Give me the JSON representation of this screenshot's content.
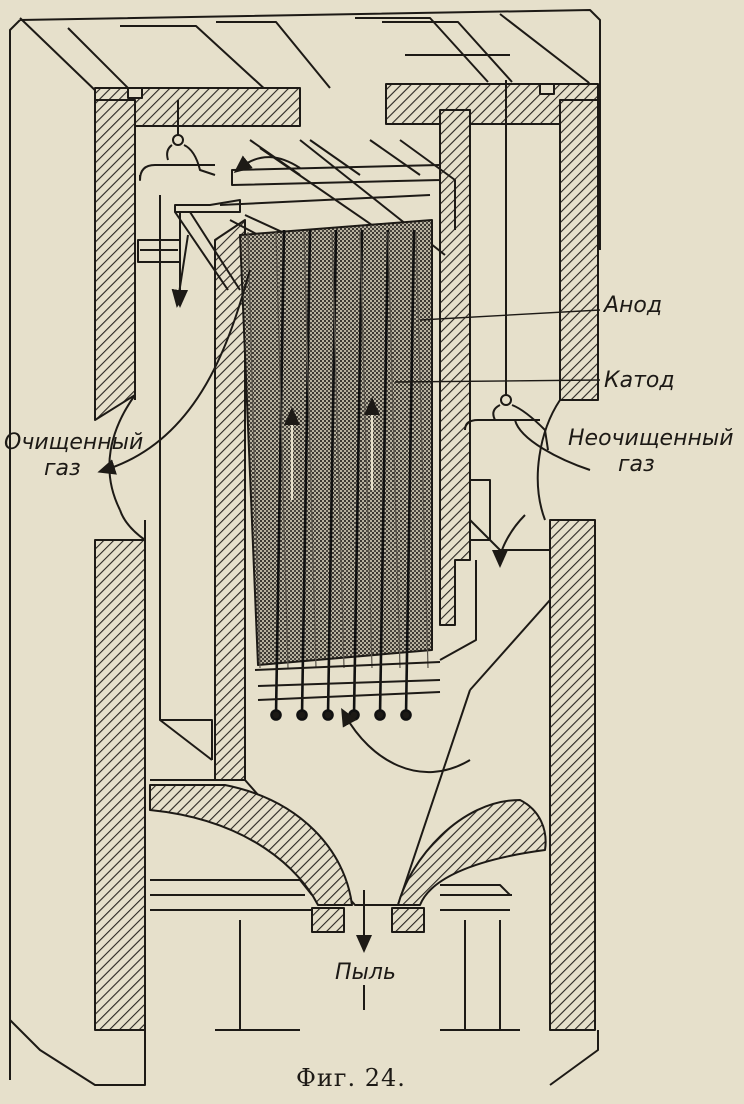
{
  "figure": {
    "title": "Электрофильтр (схема)",
    "caption": "Фиг. 24.",
    "colors": {
      "paper": "#e6e0cb",
      "ink": "#1d1a16",
      "hatch": "#2a2622"
    }
  },
  "labels": {
    "anode": "Анод",
    "cathode": "Катод",
    "clean_gas_line1": "Очищенный",
    "clean_gas_line2": "газ",
    "raw_gas_line1": "Неочищенный",
    "raw_gas_line2": "газ",
    "dust": "Пыль"
  },
  "components": [
    {
      "id": "anode",
      "name": "Анод",
      "role": "collecting electrodes (plates)"
    },
    {
      "id": "cathode",
      "name": "Катод",
      "role": "discharge wires"
    },
    {
      "id": "inlet",
      "name": "Неочищенный газ",
      "role": "raw gas inlet (right)"
    },
    {
      "id": "outlet",
      "name": "Очищенный газ",
      "role": "clean gas outlet (left)"
    },
    {
      "id": "hopper",
      "name": "Пыль",
      "role": "dust discharge (bottom)"
    }
  ],
  "cathode_wire_count": 6
}
